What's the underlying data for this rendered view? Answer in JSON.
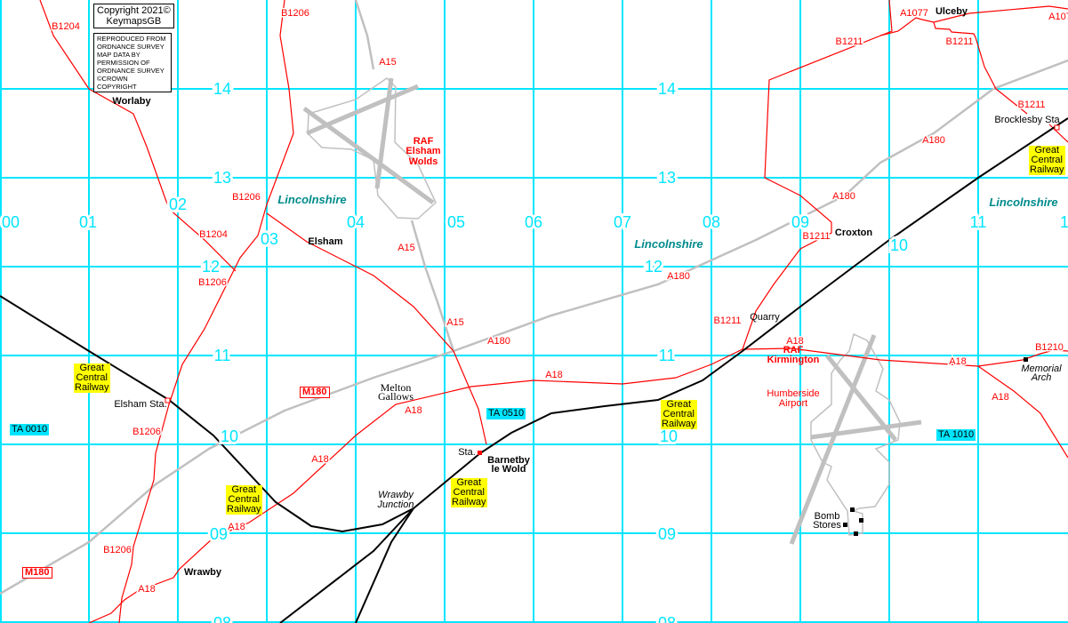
{
  "copyright": {
    "line1": "Copyright 2021©",
    "line2": "KeymapsGB"
  },
  "reproduced": [
    "REPRODUCED FROM",
    "ORDNANCE SURVEY",
    "MAP DATA BY",
    "PERMISSION OF",
    "ORDNANCE SURVEY",
    "©CROWN COPYRIGHT"
  ],
  "grid": {
    "eastings": [
      "00",
      "01",
      "02",
      "03",
      "04",
      "05",
      "06",
      "07",
      "08",
      "09",
      "10",
      "11",
      "1"
    ],
    "northings": [
      "14",
      "13",
      "12",
      "11",
      "10",
      "09",
      "08"
    ]
  },
  "colors": {
    "grid": "#00e5ff",
    "road": "#ff0000",
    "motorway": "#c0c0c0",
    "railway": "#000000",
    "county": "#008b8b",
    "railway_label_bg": "#ffff00"
  },
  "places": {
    "worlaby": "Worlaby",
    "elsham": "Elsham",
    "ulceby": "Ulceby",
    "croxton": "Croxton",
    "wrawby": "Wrawby",
    "barnetby1": "Barnetby",
    "barnetby2": "le Wold",
    "brocklesby": "Brocklesby Sta",
    "elsham_sta": "Elsham Sta.",
    "sta": "Sta.",
    "quarry": "Quarry",
    "melton1": "Melton",
    "melton2": "Gallows",
    "wrawby_j1": "Wrawby",
    "wrawby_j2": "Junction",
    "memorial1": "Memorial",
    "memorial2": "Arch",
    "bomb1": "Bomb",
    "bomb2": "Stores"
  },
  "county": "Lincolnshire",
  "airfields": {
    "elsham": [
      "RAF",
      "Elsham",
      "Wolds"
    ],
    "kirmington": [
      "RAF",
      "Kirmington"
    ],
    "humberside": [
      "Humberside",
      "Airport"
    ]
  },
  "railway_label": [
    "Great",
    "Central",
    "Railway"
  ],
  "grid_refs": {
    "ta0010": "TA 0010",
    "ta0510": "TA 0510",
    "ta1010": "TA 1010"
  },
  "motorway": "M180",
  "roads": {
    "b1204": "B1204",
    "b1206": "B1206",
    "a15": "A15",
    "a180": "A180",
    "a18": "A18",
    "b1211": "B1211",
    "b1210": "B1210",
    "a1077": "A1077",
    "a107": "A107"
  }
}
